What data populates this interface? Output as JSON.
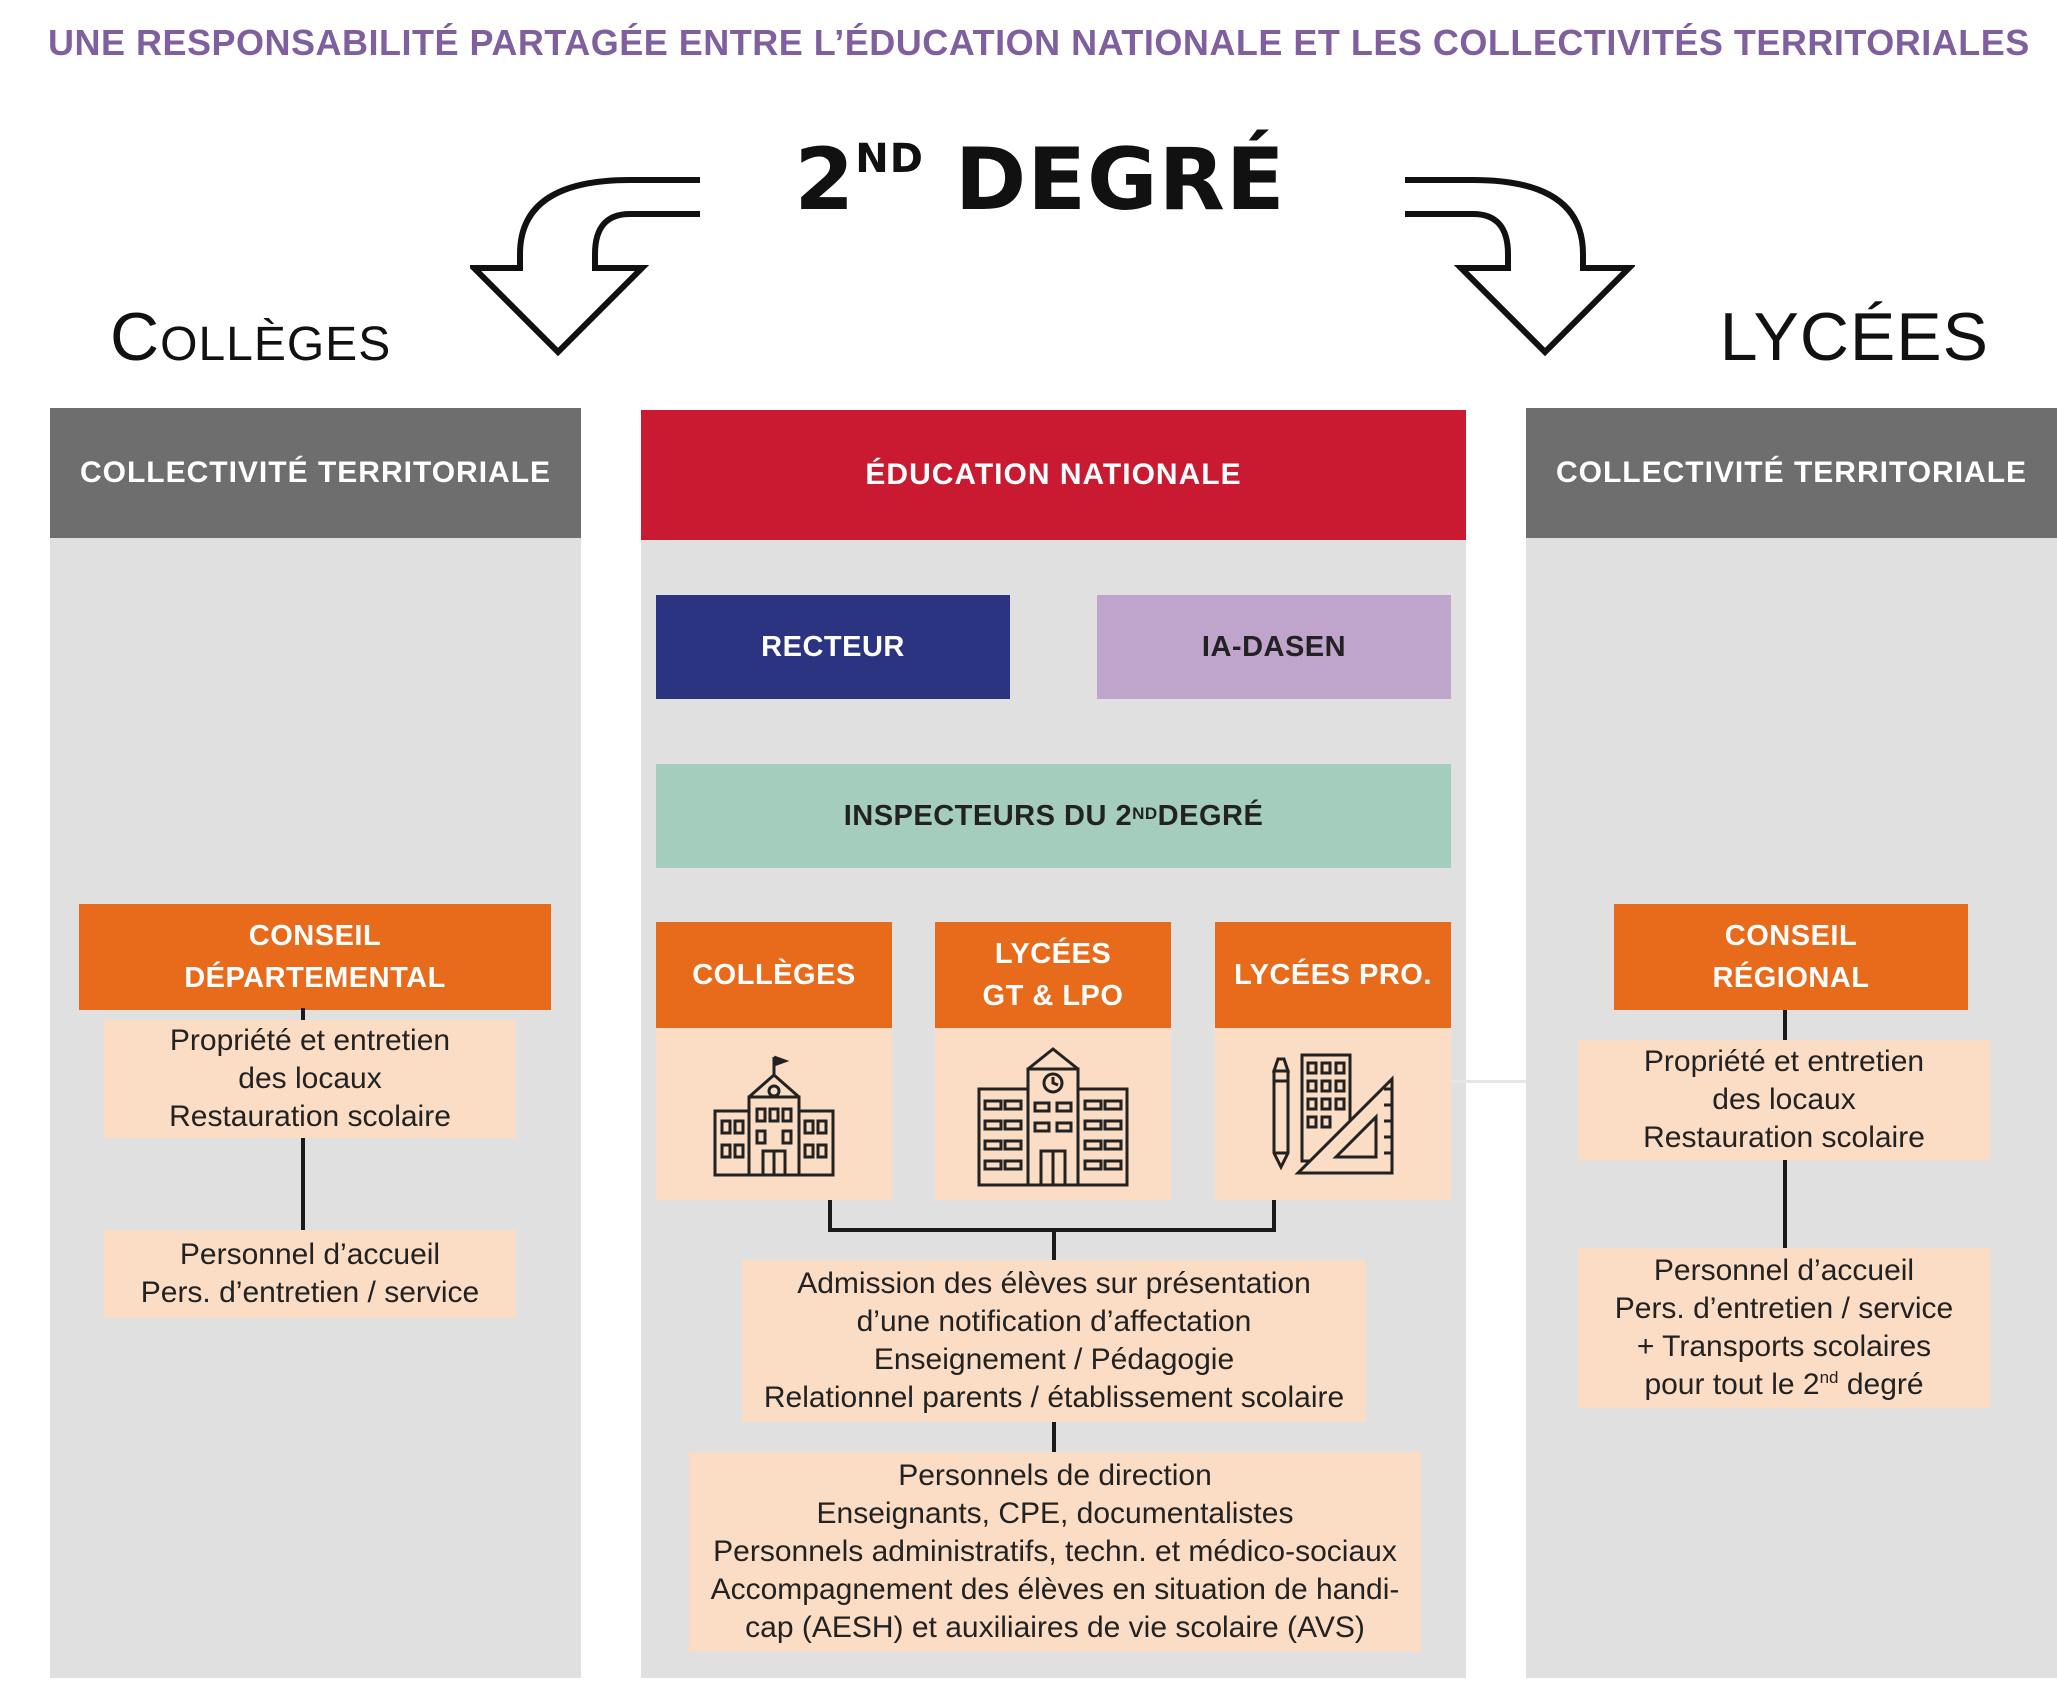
{
  "title": "UNE RESPONSABILITÉ PARTAGÉE ENTRE L’ÉDUCATION NATIONALE ET LES COLLECTIVITÉS TERRITORIALES",
  "degree": {
    "main": "2",
    "sup": "ND",
    "rest": " DEGRÉ"
  },
  "left_side": {
    "title": "Collèges",
    "header": "COLLECTIVITÉ TERRITORIALE",
    "council": [
      "CONSEIL",
      "DÉPARTEMENTAL"
    ],
    "box1": [
      "Propriété et entretien",
      "des locaux",
      "Restauration scolaire"
    ],
    "box2": [
      "Personnel d’accueil",
      "Pers. d’entretien / service"
    ]
  },
  "center": {
    "header": "ÉDUCATION NATIONALE",
    "recteur": "RECTEUR",
    "ia_dasen": "IA-DASEN",
    "inspecteurs": {
      "pre": "INSPECTEURS DU 2",
      "sup": "ND",
      "post": " DEGRÉ"
    },
    "colleges": "COLLÈGES",
    "lycees_gt": [
      "LYCÉES",
      "GT & LPO"
    ],
    "lycees_pro": "LYCÉES PRO.",
    "box_admission": [
      "Admission des élèves sur présentation",
      "d’une notification d’affectation",
      "Enseignement / Pédagogie",
      "Relationnel parents / établissement scolaire"
    ],
    "box_personnels": [
      "Personnels de direction",
      "Enseignants, CPE, documentalistes",
      "Personnels administratifs, techn. et médico-sociaux",
      "Accompagnement des élèves en situation de handi-",
      "cap (AESH) et auxiliaires de vie scolaire (AVS)"
    ],
    "icons": [
      "college-building-icon",
      "lycee-building-icon",
      "architect-tools-icon"
    ]
  },
  "right_side": {
    "title": "LYCÉES",
    "header": "COLLECTIVITÉ TERRITORIALE",
    "council": [
      "CONSEIL",
      "RÉGIONAL"
    ],
    "box1": [
      "Propriété et entretien",
      "des locaux",
      "Restauration scolaire"
    ],
    "box2": {
      "l1": "Personnel d’accueil",
      "l2": "Pers. d’entretien / service",
      "l3": "+ Transports scolaires",
      "l4_pre": "pour tout le 2",
      "l4_sup": "nd",
      "l4_post": " degré"
    }
  },
  "colors": {
    "title_purple": "#7f5f9d",
    "gray_header": "#6f6e6f",
    "red_header": "#c91a31",
    "navy": "#2b3480",
    "lilac": "#bfa4cb",
    "mint": "#a5cdbd",
    "orange": "#e86b1b",
    "peach": "#fbdcc4",
    "panel_bg": "#e0e0e0"
  }
}
